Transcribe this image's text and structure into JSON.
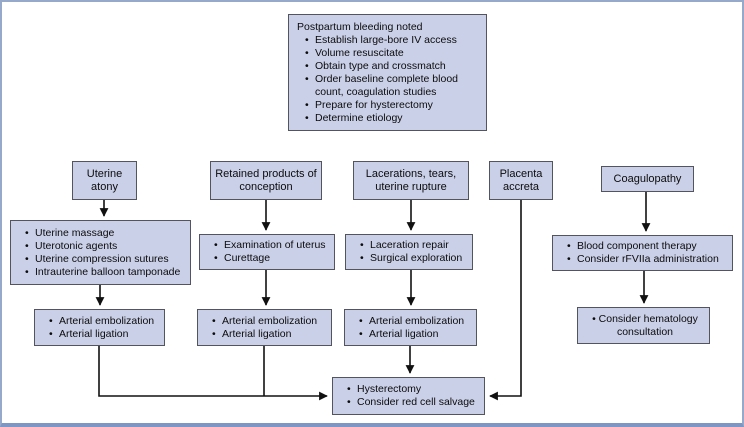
{
  "figure": {
    "background": "#ffffff",
    "box_fill": "#cad0e8",
    "box_border": "#54545f",
    "arrow_color": "#111111",
    "outer_border_color": "#97a9ca",
    "outer_border_bottom": "#7d96c3"
  },
  "top_box": {
    "title": "Postpartum bleeding noted",
    "bullets": [
      "Establish large-bore IV access",
      "Volume resuscitate",
      "Obtain type and crossmatch",
      "Order baseline complete blood count, coagulation studies",
      "Prepare for hysterectomy",
      "Determine etiology"
    ]
  },
  "etiologies": {
    "uterine_atony": {
      "label": "Uterine atony"
    },
    "retained_products": {
      "label": "Retained products of conception"
    },
    "lacerations": {
      "label": "Lacerations, tears, uterine rupture"
    },
    "placenta_accreta": {
      "label": "Placenta accreta"
    },
    "coagulopathy": {
      "label": "Coagulopathy"
    }
  },
  "managements": {
    "atony": {
      "bullets": [
        "Uterine massage",
        "Uterotonic agents",
        "Uterine compression sutures",
        "Intrauterine balloon tamponade"
      ]
    },
    "retained": {
      "bullets": [
        "Examination of uterus",
        "Curettage"
      ]
    },
    "lacerations": {
      "bullets": [
        "Laceration repair",
        "Surgical exploration"
      ]
    },
    "coagulopathy": {
      "bullets": [
        "Blood component therapy",
        "Consider rFVIIa administration"
      ]
    }
  },
  "secondary": {
    "arterial_1": {
      "bullets": [
        "Arterial embolization",
        "Arterial ligation"
      ]
    },
    "arterial_2": {
      "bullets": [
        "Arterial embolization",
        "Arterial ligation"
      ]
    },
    "arterial_3": {
      "bullets": [
        "Arterial embolization",
        "Arterial ligation"
      ]
    },
    "hematology": {
      "bullets": [
        "Consider hematology consultation"
      ]
    }
  },
  "final_box": {
    "hysterectomy": {
      "bullets": [
        "Hysterectomy",
        "Consider red cell salvage"
      ]
    }
  }
}
